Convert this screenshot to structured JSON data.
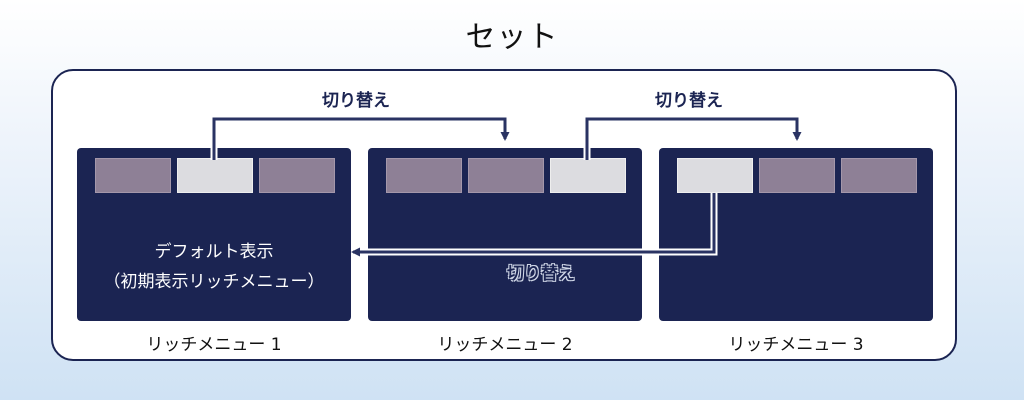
{
  "title": "セット",
  "switch_label": "切り替え",
  "panels": [
    {
      "caption": "リッチメニュー 1",
      "tabs": [
        {
          "active": false
        },
        {
          "active": true
        },
        {
          "active": false
        }
      ],
      "lines": [
        "デフォルト表示",
        "（初期表示リッチメニュー）"
      ]
    },
    {
      "caption": "リッチメニュー 2",
      "tabs": [
        {
          "active": false
        },
        {
          "active": false
        },
        {
          "active": true
        }
      ],
      "lines": []
    },
    {
      "caption": "リッチメニュー 3",
      "tabs": [
        {
          "active": true
        },
        {
          "active": false
        },
        {
          "active": false
        }
      ],
      "lines": []
    }
  ],
  "colors": {
    "panel": "#1b2452",
    "tab_inactive": "#8e8096",
    "tab_active": "#dcdce0",
    "frame_border": "#1b2452"
  }
}
